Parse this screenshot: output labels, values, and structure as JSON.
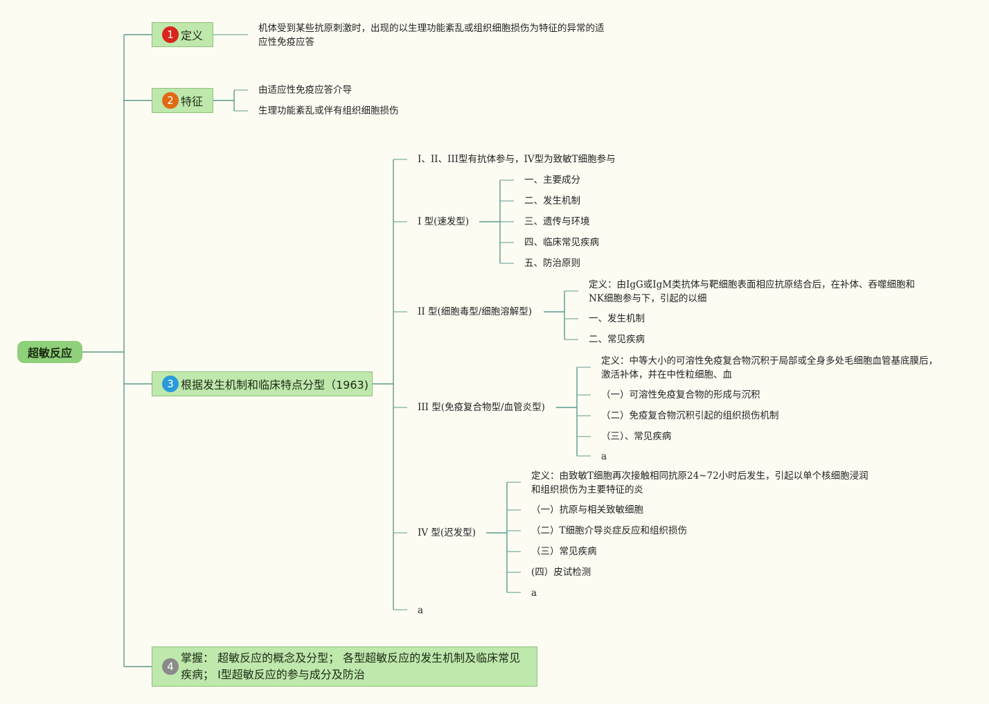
{
  "root": {
    "label": "超敏反应"
  },
  "branches": {
    "definition": {
      "badge": "1",
      "badge_color": "#d9261c",
      "label": "定义",
      "text": "机体受到某些抗原刺激时，出现的以生理功能紊乱或组织细胞损伤为特征的异常的适应性免疫应答"
    },
    "features": {
      "badge": "2",
      "badge_color": "#e06a14",
      "label": "特征",
      "items": [
        "由适应性免疫应答介导",
        "生理功能紊乱或伴有组织细胞损伤"
      ]
    },
    "classification": {
      "badge": "3",
      "badge_color": "#2a9bd8",
      "label": "根据发生机制和临床特点分型（1963)",
      "intro": "I、II、III型有抗体参与，IV型为致敏T细胞参与",
      "type1": {
        "label": "I 型(速发型)",
        "items": [
          "一、主要成分",
          "二、发生机制",
          "三、遗传与环境",
          "四、临床常见疾病",
          "五、防治原则"
        ]
      },
      "type2": {
        "label": "II 型(细胞毒型/细胞溶解型)",
        "definition": "定义：由IgG或IgM类抗体与靶细胞表面相应抗原结合后，在补体、吞噬细胞和NK细胞参与下，引起的以细",
        "items": [
          "一、发生机制",
          "二、常见疾病"
        ]
      },
      "type3": {
        "label": "III 型(免疫复合物型/血管炎型)",
        "definition": "定义：中等大小的可溶性免疫复合物沉积于局部或全身多处毛细胞血管基底膜后，激活补体，并在中性粒细胞、血",
        "items": [
          "（一）可溶性免疫复合物的形成与沉积",
          "（二）免疫复合物沉积引起的组织损伤机制",
          "（三）、常见疾病",
          "a"
        ]
      },
      "type4": {
        "label": "IV 型(迟发型)",
        "definition": "定义：由致敏T细胞再次接触相同抗原24~72小时后发生，引起以单个核细胞浸润和组织损伤为主要特征的炎",
        "items": [
          "（一）抗原与相关致敏细胞",
          "（二）T细胞介导炎症反应和组织损伤",
          "（三）常见疾病",
          "(四）皮试检测",
          "a"
        ]
      },
      "trailing": "a"
    },
    "mastery": {
      "badge": "4",
      "badge_color": "#8a8a8a",
      "label": "掌握： 超敏反应的概念及分型； 各型超敏反应的发生机制及临床常见疾病； I型超敏反应的参与成分及防治"
    }
  },
  "colors": {
    "background": "#fdfcf3",
    "line": "#5a9a8c",
    "topic_fill": "#bfe8ad",
    "root_fill": "#8fd07a"
  }
}
